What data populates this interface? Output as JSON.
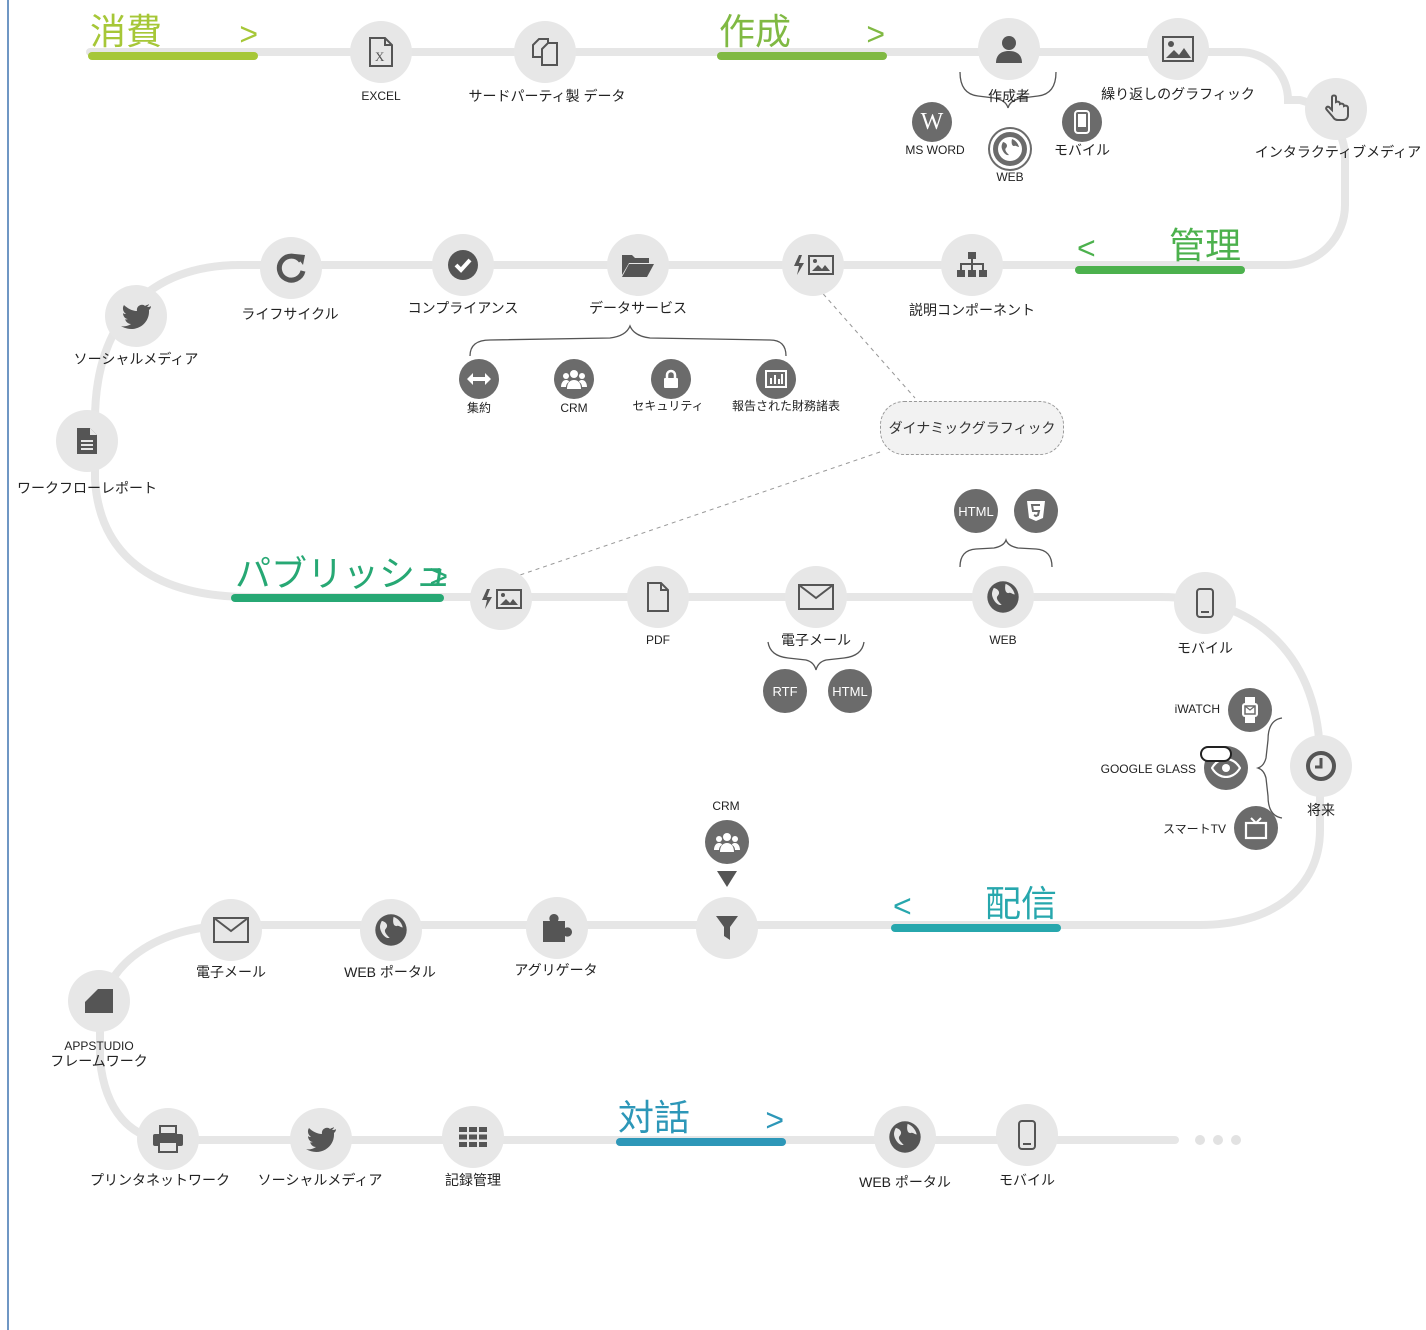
{
  "colors": {
    "consume": "#a6c737",
    "create": "#80b943",
    "manage": "#4cb14d",
    "publish": "#27a874",
    "deliver": "#27a7ad",
    "dialog": "#2d97b8",
    "track": "#e6e6e6",
    "node_light": "#e7e7e7",
    "node_dark": "#6b6b6b"
  },
  "sections": {
    "consume": {
      "title": "消費",
      "arrow": ">"
    },
    "create": {
      "title": "作成",
      "arrow": ">"
    },
    "manage": {
      "title": "管理",
      "arrow": "<"
    },
    "publish": {
      "title": "パブリッシュ",
      "arrow": ">"
    },
    "deliver": {
      "title": "配信",
      "arrow": "<"
    },
    "dialog": {
      "title": "対話",
      "arrow": ">"
    }
  },
  "row1": {
    "excel": "EXCEL",
    "third_party": "サードパーティ製 データ",
    "author": "作成者",
    "ms_word": "MS WORD",
    "web": "WEB",
    "mobile": "モバイル",
    "repeat_graphics": "繰り返しのグラフィック",
    "interactive_media": "インタラクティブメディア",
    "word_letter": "W"
  },
  "row2": {
    "explanation_component": "説明コンポーネント",
    "data_services": "データサービス",
    "compliance": "コンプライアンス",
    "lifecycle": "ライフサイクル",
    "social_media": "ソーシャルメディア",
    "workflow_report": "ワークフローレポート",
    "aggregation": "集約",
    "crm": "CRM",
    "security": "セキュリティ",
    "financial_statements": "報告された財務諸表",
    "dynamic_graphics": "ダイナミックグラフィック"
  },
  "row3": {
    "pdf": "PDF",
    "email": "電子メール",
    "web": "WEB",
    "mobile": "モバイル",
    "rtf": "RTF",
    "html_email": "HTML",
    "html": "HTML",
    "iwatch": "iWATCH",
    "google_glass": "GOOGLE GLASS",
    "smart_tv": "スマートTV",
    "future": "将来"
  },
  "row4": {
    "crm": "CRM",
    "aggregator": "アグリゲータ",
    "web_portal": "WEB ポータル",
    "email": "電子メール",
    "appstudio_line1": "APPSTUDIO",
    "appstudio_line2": "フレームワーク"
  },
  "row5": {
    "printer_network": "プリンタネットワーク",
    "social_media": "ソーシャルメディア",
    "records_management": "記録管理",
    "web_portal": "WEB ポータル",
    "mobile": "モバイル"
  },
  "icons": [
    "excel-icon",
    "copy-icon",
    "user-icon",
    "word-icon",
    "globe-icon",
    "mobile-icon",
    "image-icon",
    "hand-pointer-icon",
    "sitemap-icon",
    "flash-image-icon",
    "folder-open-icon",
    "check-circle-icon",
    "refresh-icon",
    "twitter-icon",
    "document-icon",
    "arrows-horizontal-icon",
    "users-icon",
    "lock-icon",
    "bar-chart-icon",
    "file-icon",
    "envelope-icon",
    "html5-icon",
    "watch-icon",
    "eye-icon",
    "tv-icon",
    "clock-icon",
    "filter-icon",
    "puzzle-icon",
    "appstudio-icon",
    "printer-icon",
    "grid-icon"
  ]
}
